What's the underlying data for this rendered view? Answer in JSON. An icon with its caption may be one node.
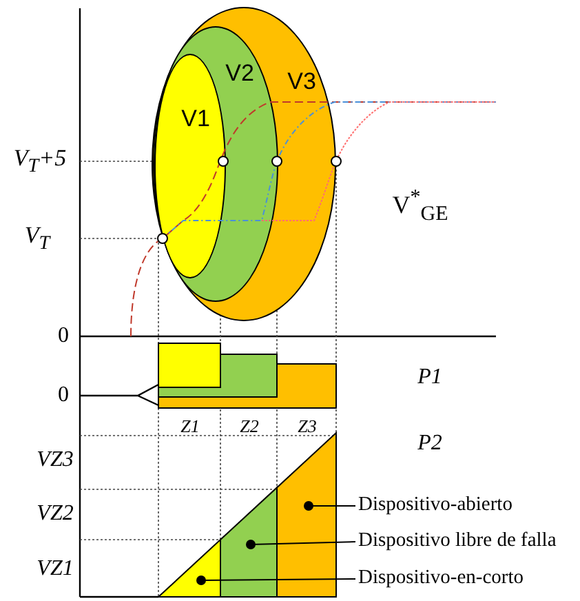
{
  "diagram": {
    "nodes": [
      {
        "text": [
          "V3"
        ]
      },
      {
        "text": [
          "V2"
        ],
        "in": 0
      },
      {
        "text": [
          "V1"
        ],
        "in": 1
      },
      {
        "text": [
          "Dispositivo-abierto"
        ]
      },
      {
        "text": [
          "Dispositivo libre de falla"
        ]
      },
      {
        "text": [
          "Dispositivo-en-corto"
        ]
      },
      {
        "text": [],
        "shape": "triangle"
      },
      {
        "text": [],
        "shape": "box"
      },
      {
        "text": [],
        "shape": "box"
      }
    ],
    "edges": [
      {
        "from": 3,
        "to": 8,
        "arrow": "other"
      },
      {
        "from": 4,
        "to": 7,
        "arrow": "other"
      },
      {
        "from": 5,
        "to": 6,
        "arrow": "other"
      }
    ],
    "labels": [
      "V$_{T}$+5",
      "V$^{*}$$_{GE}$",
      "V$_{T}$",
      "0",
      "P1",
      "0",
      "Z1",
      "Z2",
      "Z3",
      "P2",
      "VZ3",
      "VZ2",
      "VZ1"
    ]
  }
}
